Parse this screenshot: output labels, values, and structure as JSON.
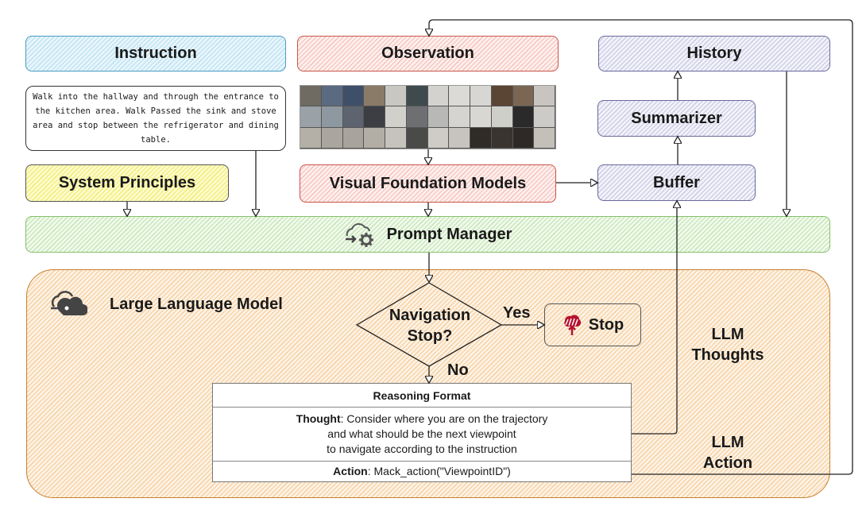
{
  "diagram": {
    "instruction": {
      "title": "Instruction",
      "text": "Walk into the hallway and through the entrance to the kitchen area. Walk Passed the sink and stove area and stop between the refrigerator and dining table."
    },
    "system_principles": {
      "title": "System Principles"
    },
    "observation": {
      "title": "Observation",
      "image": "panoramic-view-grid"
    },
    "visual_foundation_models": {
      "title": "Visual Foundation Models"
    },
    "history": {
      "title": "History"
    },
    "summarizer": {
      "title": "Summarizer"
    },
    "buffer": {
      "title": "Buffer"
    },
    "prompt_manager": {
      "title": "Prompt Manager",
      "icon": "cloud-gear-icon"
    },
    "llm": {
      "title": "Large Language Model",
      "icon": "cloud-connect-icon",
      "decision": {
        "line1": "Navigation",
        "line2": "Stop?",
        "yes_label": "Yes",
        "no_label": "No"
      },
      "stop": {
        "label": "Stop",
        "icon": "stop-brand-icon"
      },
      "reasoning_format": {
        "header": "Reasoning Format",
        "thought_label": "Thought",
        "thought_text": ": Consider where you are on the trajectory",
        "thought_line2": "and what should be the next viewpoint",
        "thought_line3": "to navigate according to the instruction",
        "action_label": "Action",
        "action_text": ": Mack_action(\"ViewpointID\")"
      },
      "thoughts_label": {
        "line1": "LLM",
        "line2": "Thoughts"
      },
      "action_label": {
        "line1": "LLM",
        "line2": "Action"
      }
    },
    "colors": {
      "instruction": "#4a9bc4",
      "observation": "#c9554a",
      "history": "#6a6a9e",
      "system_principles": "#f3ee7a",
      "prompt_manager": "#86c06a",
      "llm": "#c9802f",
      "stop_icon": "#b5122e"
    }
  }
}
